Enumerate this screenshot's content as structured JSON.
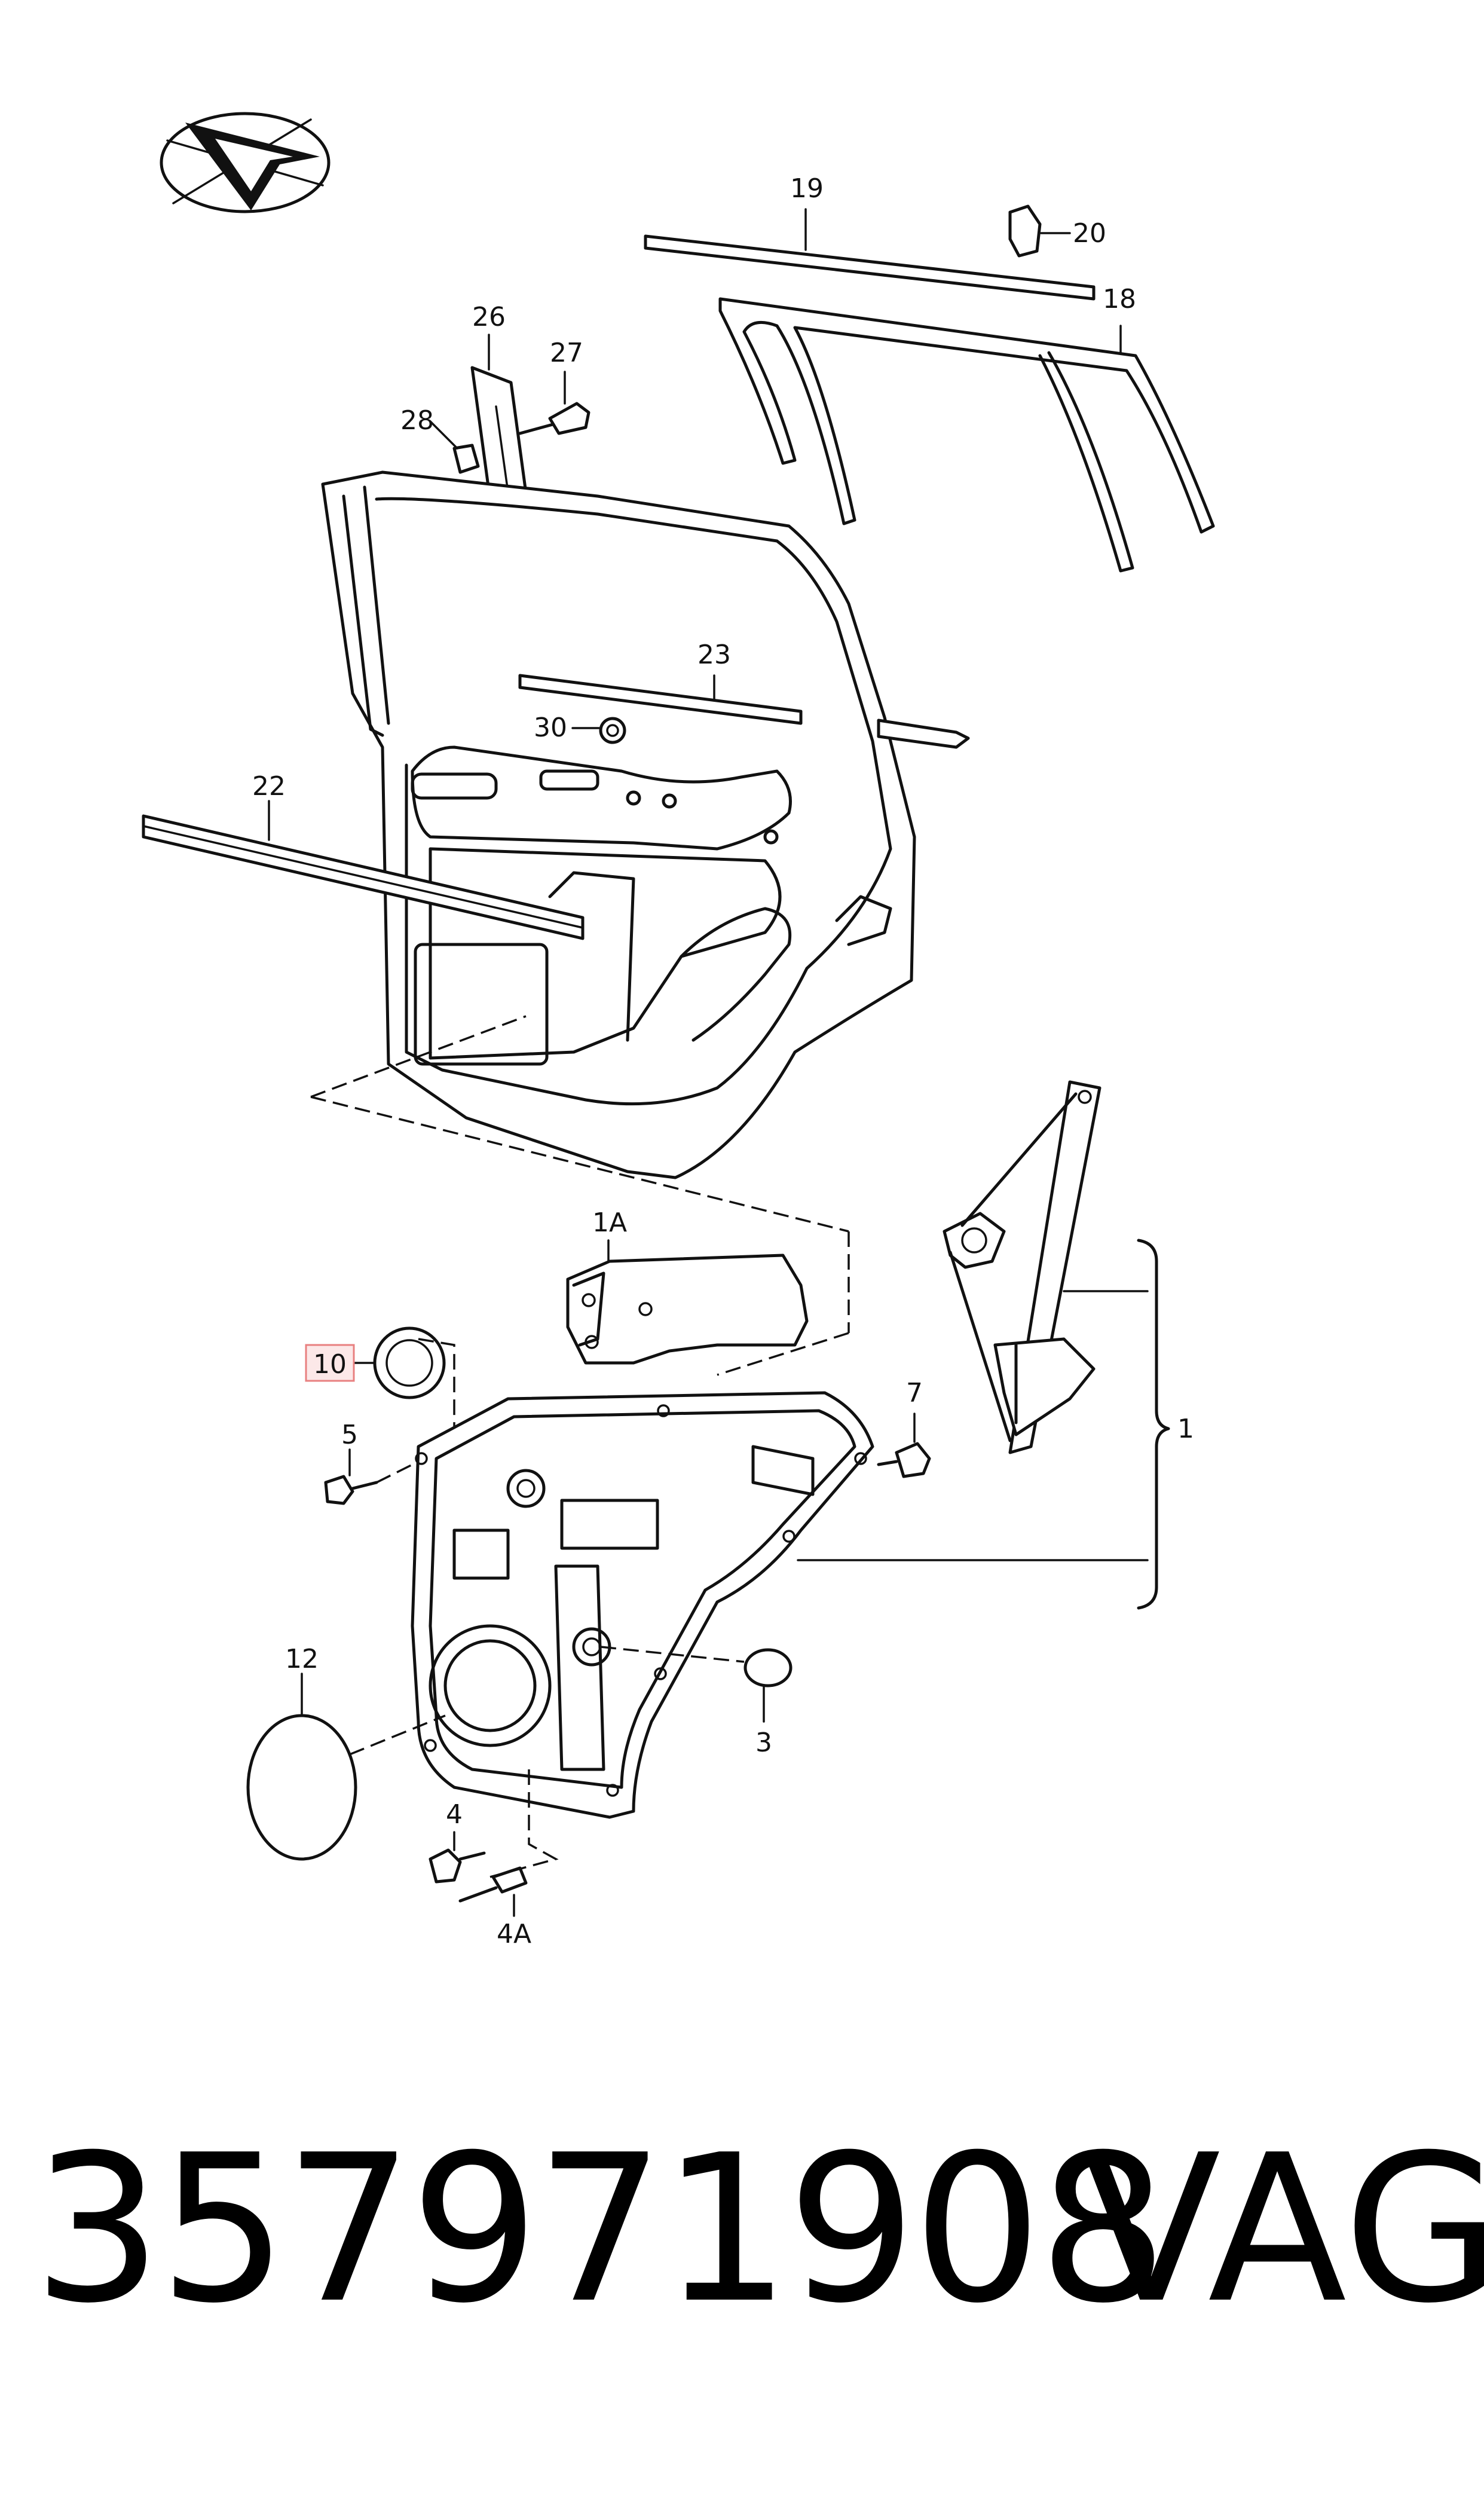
{
  "callouts": {
    "c19": "19",
    "c20": "20",
    "c18": "18",
    "c26": "26",
    "c27": "27",
    "c28": "28",
    "c23": "23",
    "c30": "30",
    "c22": "22",
    "c1A": "1A",
    "c10": "10",
    "c5": "5",
    "c7": "7",
    "c1": "1",
    "c12": "12",
    "c3": "3",
    "c4": "4",
    "c4A": "4A"
  },
  "highlighted_callout": "10",
  "highlight_color": "#e88080",
  "footer": {
    "part_number": "357971908",
    "brand": "VAG"
  },
  "icons": {
    "orientation": "direction-arrow-icon"
  }
}
